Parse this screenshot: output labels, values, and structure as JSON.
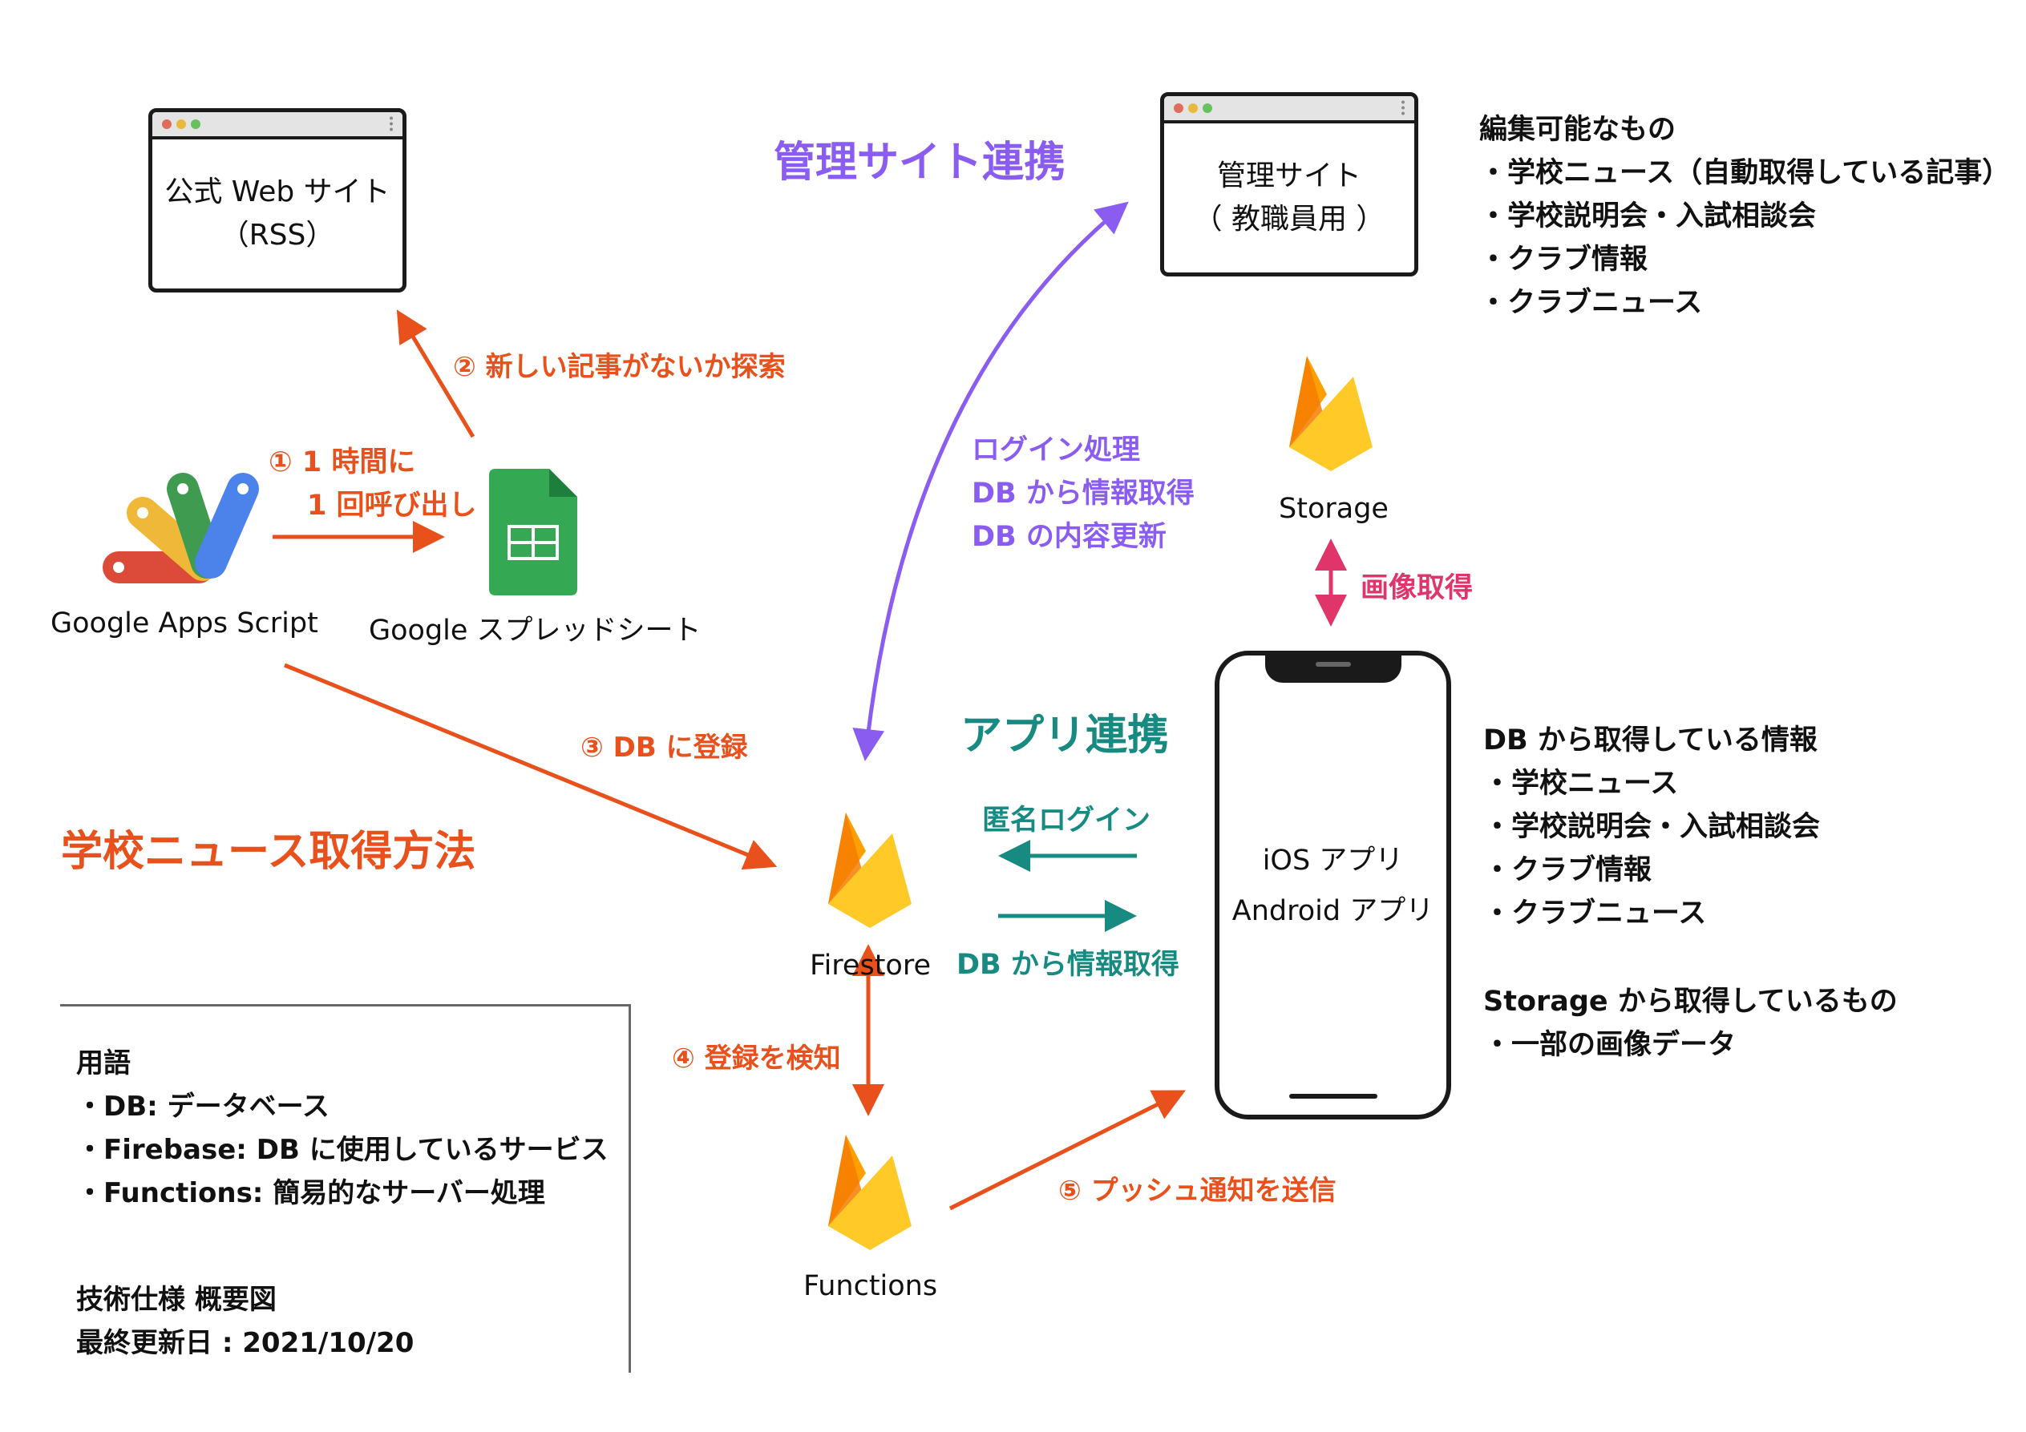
{
  "colors": {
    "orange": "#e8501c",
    "purple": "#8a5cf0",
    "teal": "#178a82",
    "pink": "#e0356b",
    "firebase_yellow": "#ffca28",
    "firebase_orange": "#f57c00"
  },
  "official_site": {
    "line1": "公式 Web サイト",
    "line2": "（RSS）"
  },
  "admin_site": {
    "line1": "管理サイト",
    "line2": "（ 教職員用 ）"
  },
  "editable": {
    "heading": "編集可能なもの",
    "items": [
      "・学校ニュース（自動取得している記事）",
      "・学校説明会・入試相談会",
      "・クラブ情報",
      "・クラブニュース"
    ]
  },
  "admin_link_title": "管理サイト連携",
  "step2": "② 新しい記事がないか探索",
  "step1": {
    "line1": "① 1 時間に",
    "line2": "1 回呼び出し"
  },
  "gas_label": "Google Apps Script",
  "sheets_label": "Google スプレッドシート",
  "admin_ops": [
    "ログイン処理",
    "DB から情報取得",
    "DB の内容更新"
  ],
  "storage_label": "Storage",
  "image_fetch": "画像取得",
  "step3": "③ DB に登録",
  "app_link_title": "アプリ連携",
  "news_title": "学校ニュース取得方法",
  "anon_login": "匿名ログイン",
  "db_fetch": "DB から情報取得",
  "firestore_label": "Firestore",
  "phone": {
    "line1": "iOS アプリ",
    "line2": "Android アプリ"
  },
  "db_info": {
    "heading": "DB から取得している情報",
    "items": [
      "・学校ニュース",
      "・学校説明会・入試相談会",
      "・クラブ情報",
      "・クラブニュース"
    ]
  },
  "storage_info": {
    "heading": "Storage から取得しているもの",
    "items": [
      "・一部の画像データ"
    ]
  },
  "step4": "④ 登録を検知",
  "functions_label": "Functions",
  "step5": "⑤ プッシュ通知を送信",
  "glossary": {
    "heading": "用語",
    "items": [
      "・DB: データベース",
      "・Firebase: DB に使用しているサービス",
      "・Functions: 簡易的なサーバー処理"
    ]
  },
  "footer": {
    "title": "技術仕様 概要図",
    "updated": "最終更新日 : 2021/10/20"
  }
}
